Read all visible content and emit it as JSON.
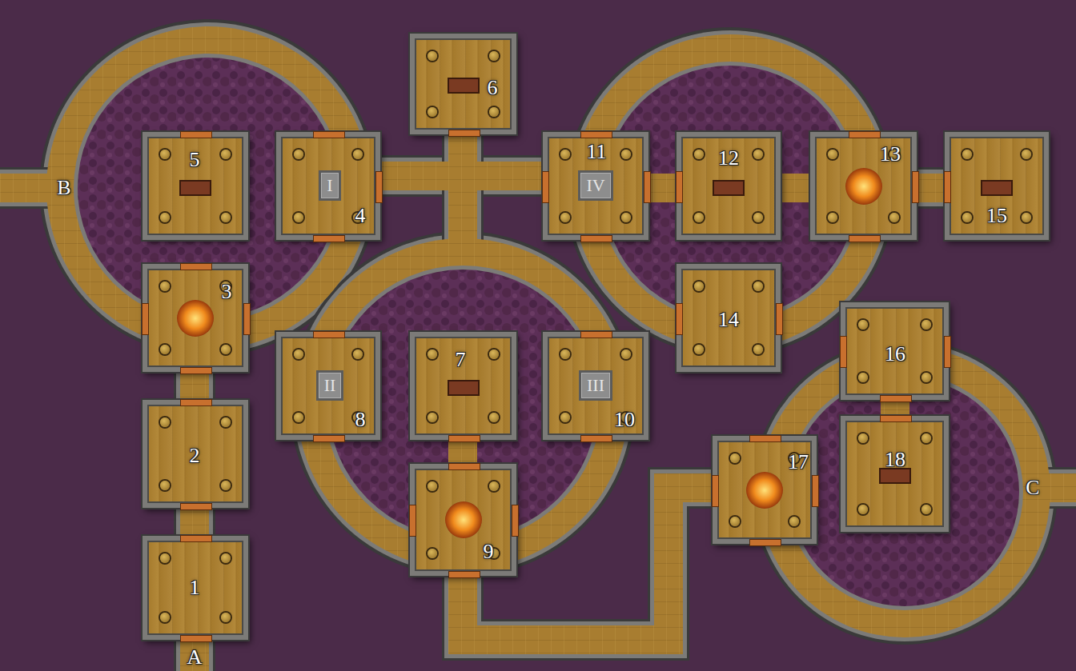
{
  "diagram": {
    "nodes": [
      {
        "text": [
          "1"
        ]
      },
      {
        "text": [
          "2"
        ]
      },
      {
        "text": [
          "3"
        ]
      },
      {
        "text": [
          "4"
        ]
      },
      {
        "text": [
          "5"
        ]
      },
      {
        "text": [
          "6"
        ]
      },
      {
        "text": [
          "7"
        ]
      },
      {
        "text": [
          "8"
        ]
      },
      {
        "text": [
          "9"
        ]
      },
      {
        "text": [
          "10"
        ]
      },
      {
        "text": [
          "11"
        ]
      },
      {
        "text": [
          "12"
        ]
      },
      {
        "text": [
          "13"
        ]
      },
      {
        "text": [
          "14"
        ]
      },
      {
        "text": [
          "15"
        ]
      },
      {
        "text": [
          "16"
        ]
      },
      {
        "text": [
          "17"
        ]
      },
      {
        "text": [
          "18"
        ]
      }
    ],
    "labels": [
      "B",
      "I",
      "IV",
      "II",
      "III",
      "C",
      "A"
    ]
  }
}
